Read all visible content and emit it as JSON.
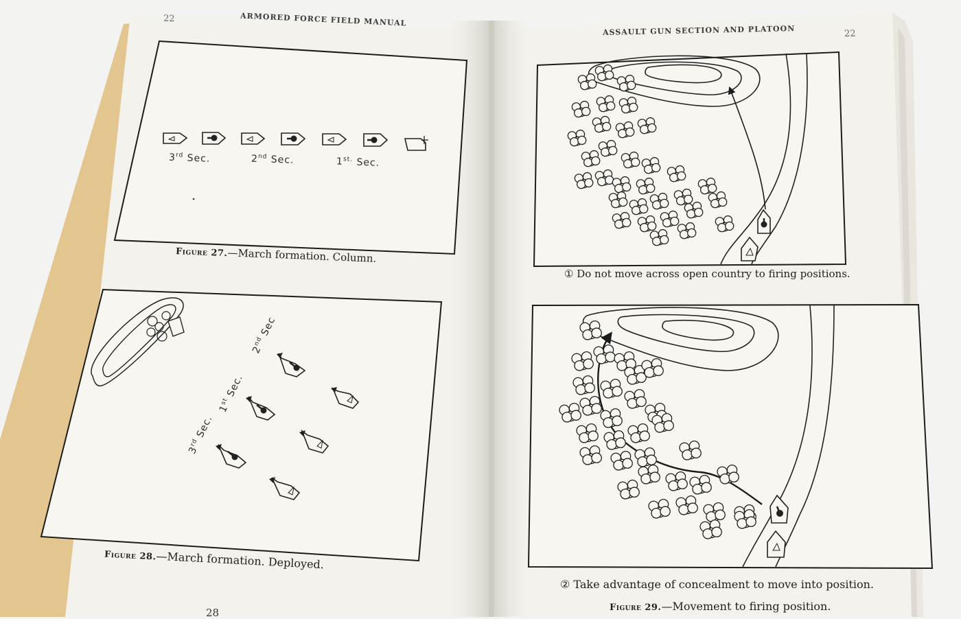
{
  "left_page": {
    "running_head_number": "22",
    "running_head_title": "ARMORED FORCE FIELD MANUAL",
    "footer_page_number": "28",
    "figure_27": {
      "labels": [
        {
          "num": "3",
          "suffix": "rd",
          "word": "Sec."
        },
        {
          "num": "2",
          "suffix": "nd",
          "word": "Sec."
        },
        {
          "num": "1",
          "suffix": "st.",
          "word": "Sec."
        }
      ],
      "caption_label": "Figure 27.",
      "caption_text": "—March formation.   Column."
    },
    "figure_28": {
      "labels": [
        {
          "num": "2",
          "suffix": "nd",
          "word": "Sec"
        },
        {
          "num": "1",
          "suffix": "st",
          "word": "Sec."
        },
        {
          "num": "3",
          "suffix": "rd",
          "word": "Sec."
        }
      ],
      "caption_label": "Figure 28.",
      "caption_text": "—March formation.   Deployed."
    }
  },
  "right_page": {
    "running_head_title": "ASSAULT GUN SECTION AND PLATOON",
    "running_head_number": "22",
    "figure_29": {
      "panel_1_caption": "① Do not move across open country to firing positions.",
      "panel_2_caption": "② Take advantage of concealment to move into position.",
      "caption_label": "Figure 29.",
      "caption_text": "—Movement to firing position."
    }
  },
  "icons": [
    "tank-symbol-icon",
    "assault-gun-symbol-icon",
    "tree-clump-icon",
    "hill-contour-icon"
  ]
}
